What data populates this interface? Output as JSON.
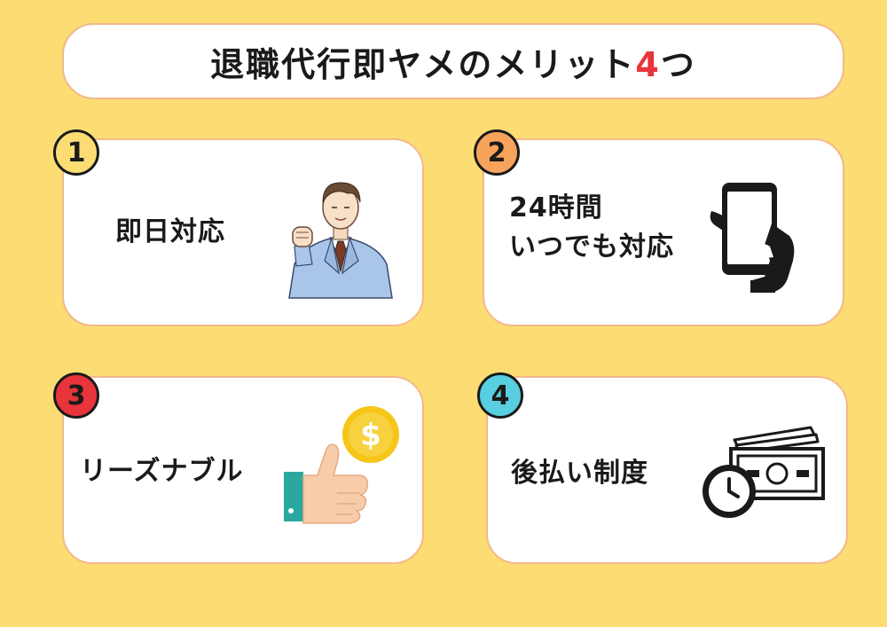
{
  "title": {
    "main": "退職代行即ヤメのメリット",
    "number": "4",
    "suffix": "つ"
  },
  "colors": {
    "background": "#fbdd74",
    "accent": "#e8343b",
    "card_border": "#f3b88a",
    "badge_1": "#fbdd74",
    "badge_2": "#f7a35c",
    "badge_3": "#e8343b",
    "badge_4": "#58cfe0"
  },
  "items": [
    {
      "number": "1",
      "lines": [
        "即日対応"
      ],
      "icon": "businessman-fist-icon"
    },
    {
      "number": "2",
      "lines": [
        "24時間",
        "いつでも対応"
      ],
      "icon": "hand-smartphone-icon"
    },
    {
      "number": "3",
      "lines": [
        "リーズナブル"
      ],
      "icon": "thumbs-up-dollar-icon"
    },
    {
      "number": "4",
      "lines": [
        "後払い制度"
      ],
      "icon": "money-clock-icon"
    }
  ]
}
